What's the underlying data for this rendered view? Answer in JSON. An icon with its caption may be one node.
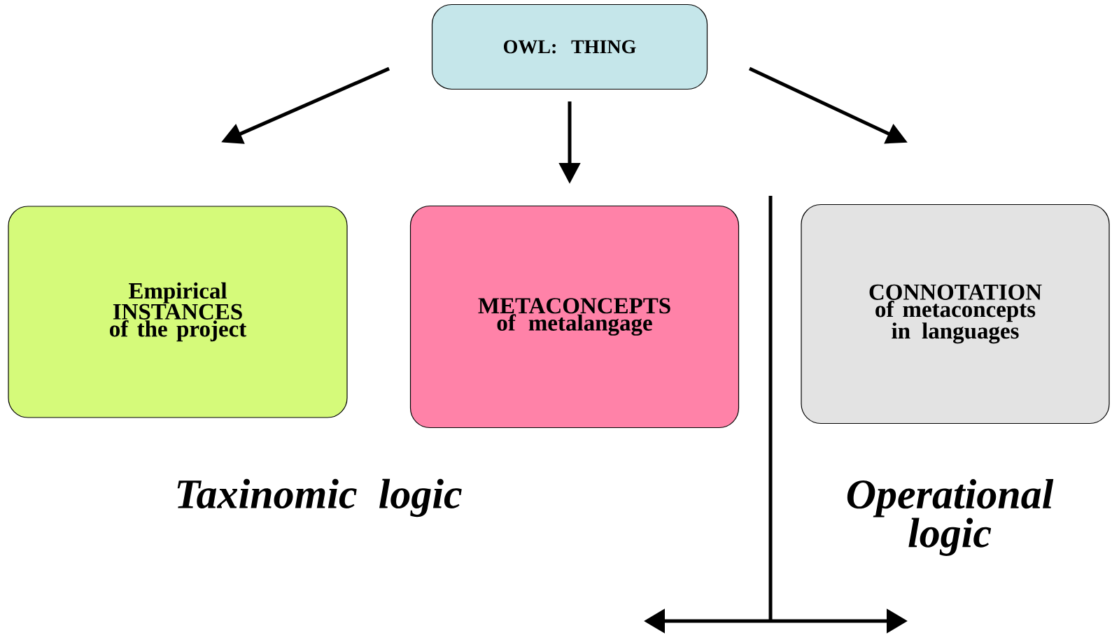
{
  "diagram": {
    "nodes": [
      {
        "text": [
          "OWL: THING"
        ]
      },
      {
        "text": [
          "Empirical INSTANCES of the project"
        ]
      },
      {
        "text": [
          "METACONCEPTS of metalangage"
        ]
      },
      {
        "text": [
          "CONNOTATION of metaconcepts in languages"
        ]
      }
    ],
    "edges": [
      {
        "from": 0,
        "to": 1,
        "arrow": "to"
      },
      {
        "from": 0,
        "to": 2,
        "arrow": "to"
      },
      {
        "from": 0,
        "to": 3,
        "arrow": "to"
      }
    ],
    "labels": [
      "Taxinomic logic",
      "Operational logic"
    ]
  }
}
